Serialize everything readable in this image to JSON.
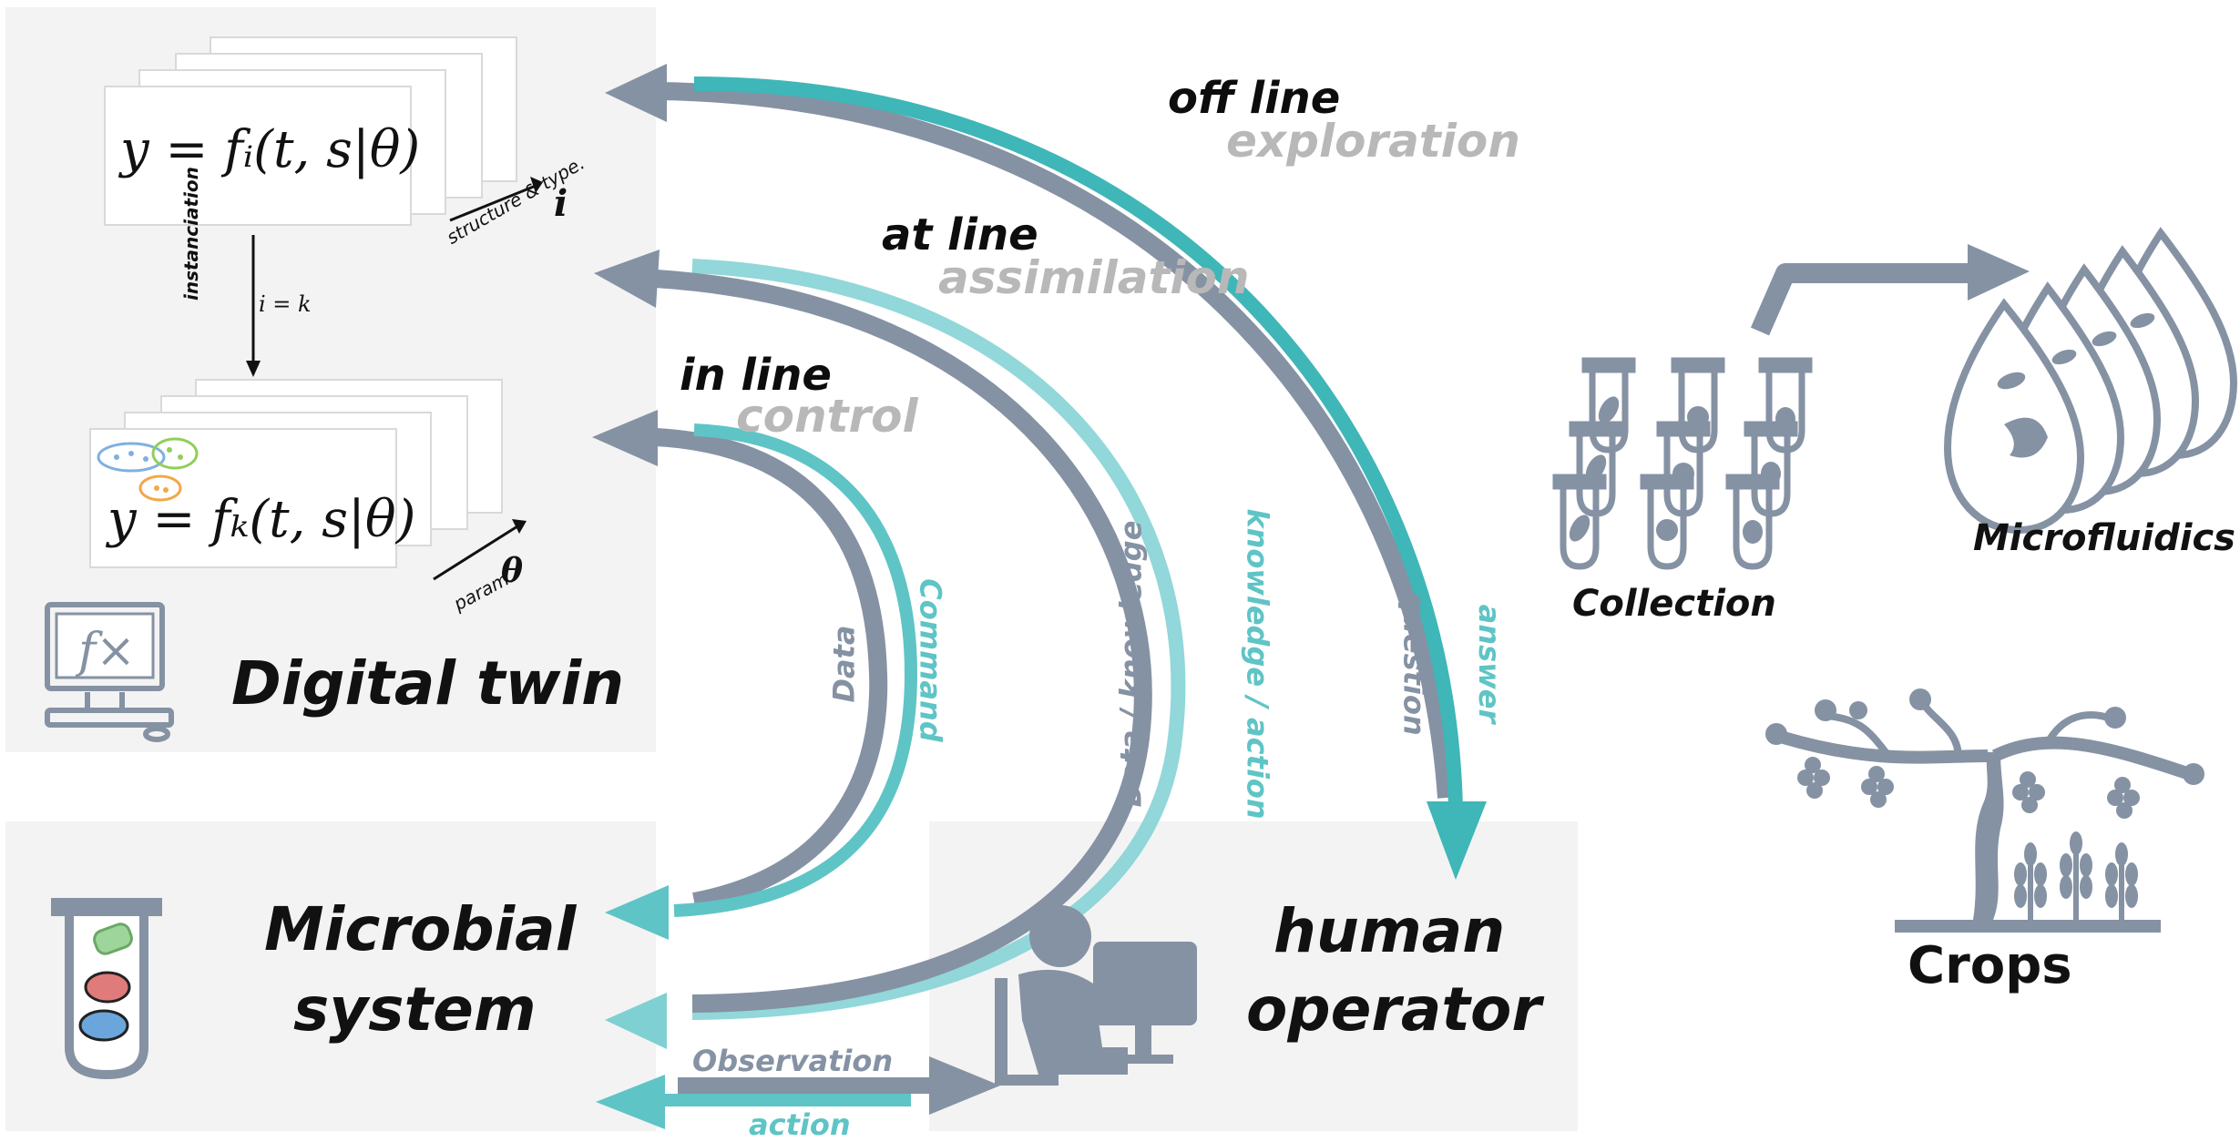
{
  "colors": {
    "gray": "#8592a3",
    "teal": "#5fc4c6",
    "teal_dark": "#3fb6b8",
    "panel": "#f3f3f3"
  },
  "twin": {
    "formula_i": "y = fᵢ(t, s|θ)",
    "formula_k": "y = fₖ(t, s|θ)",
    "structure_label": "structure & type.",
    "structure_symbol": "i",
    "instanciation_label": "instanciation",
    "ik_label": "i = k",
    "param_label": "param.",
    "param_symbol": "θ",
    "title": "Digital twin",
    "icon": "monitor-fx-icon",
    "fx_glyph": "f×"
  },
  "microbial": {
    "title_line1": "Microbial",
    "title_line2": "system",
    "icon": "test-tube-microbes-icon"
  },
  "operator": {
    "title_line1": "human",
    "title_line2": "operator",
    "icon": "person-at-computer-icon"
  },
  "modes": {
    "offline": {
      "line1": "off line",
      "line2": "exploration",
      "up_label": "question",
      "down_label": "answer"
    },
    "atline": {
      "line1": "at line",
      "line2": "assimilation",
      "up_label": "Data / knowledge",
      "down_label": "knowledge / action"
    },
    "inline": {
      "line1": "in line",
      "line2": "control",
      "up_label": "Data",
      "down_label": "Command"
    }
  },
  "bottom": {
    "observation": "Observation",
    "action": "action"
  },
  "right": {
    "collection": "Collection",
    "microfluidics": "Microfluidics",
    "crops": "Crops",
    "collection_icon": "test-tubes-grid-icon",
    "microfluidics_icon": "droplets-stack-icon",
    "crops_icon": "vine-and-wheat-icon"
  }
}
